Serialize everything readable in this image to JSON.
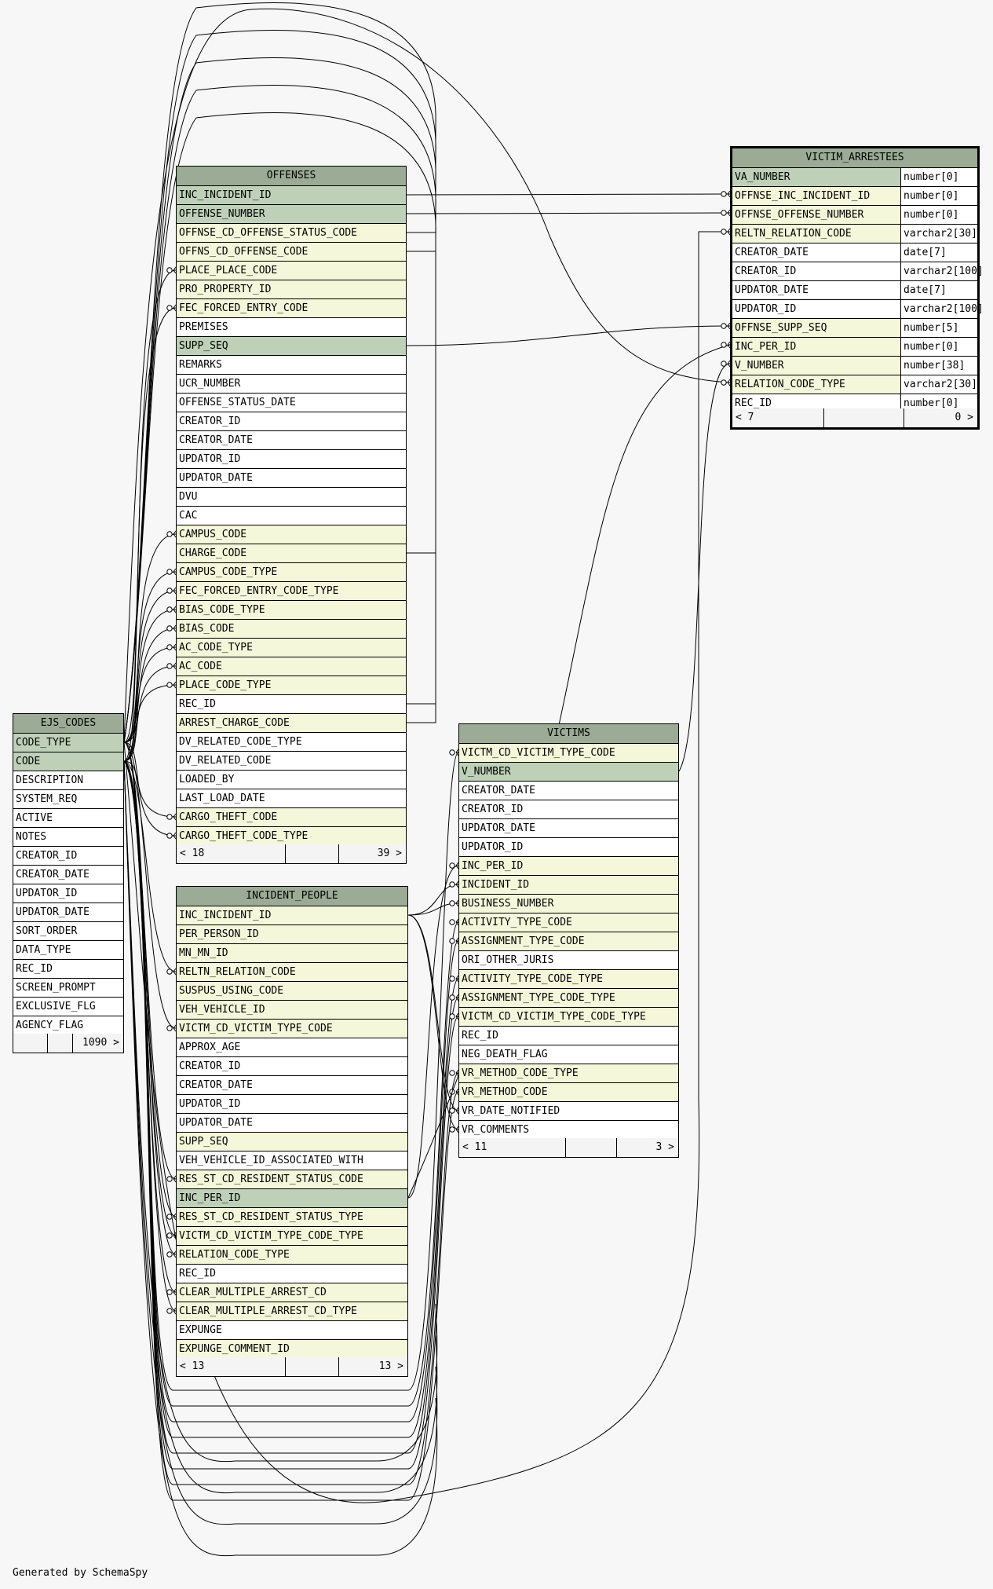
{
  "tables": [
    {
      "id": "offenses",
      "name": "OFFENSES",
      "columns": [
        {
          "name": "INC_INCIDENT_ID",
          "kind": "pk"
        },
        {
          "name": "OFFENSE_NUMBER",
          "kind": "pk"
        },
        {
          "name": "OFFNSE_CD_OFFENSE_STATUS_CODE",
          "kind": "fk"
        },
        {
          "name": "OFFNS_CD_OFFENSE_CODE",
          "kind": "fk"
        },
        {
          "name": "PLACE_PLACE_CODE",
          "kind": "fk"
        },
        {
          "name": "PRO_PROPERTY_ID",
          "kind": "fk"
        },
        {
          "name": "FEC_FORCED_ENTRY_CODE",
          "kind": "fk"
        },
        {
          "name": "PREMISES",
          "kind": "plain"
        },
        {
          "name": "SUPP_SEQ",
          "kind": "pk"
        },
        {
          "name": "REMARKS",
          "kind": "plain"
        },
        {
          "name": "UCR_NUMBER",
          "kind": "plain"
        },
        {
          "name": "OFFENSE_STATUS_DATE",
          "kind": "plain"
        },
        {
          "name": "CREATOR_ID",
          "kind": "plain"
        },
        {
          "name": "CREATOR_DATE",
          "kind": "plain"
        },
        {
          "name": "UPDATOR_ID",
          "kind": "plain"
        },
        {
          "name": "UPDATOR_DATE",
          "kind": "plain"
        },
        {
          "name": "DVU",
          "kind": "plain"
        },
        {
          "name": "CAC",
          "kind": "plain"
        },
        {
          "name": "CAMPUS_CODE",
          "kind": "fk"
        },
        {
          "name": "CHARGE_CODE",
          "kind": "fk"
        },
        {
          "name": "CAMPUS_CODE_TYPE",
          "kind": "fk"
        },
        {
          "name": "FEC_FORCED_ENTRY_CODE_TYPE",
          "kind": "fk"
        },
        {
          "name": "BIAS_CODE_TYPE",
          "kind": "fk"
        },
        {
          "name": "BIAS_CODE",
          "kind": "fk"
        },
        {
          "name": "AC_CODE_TYPE",
          "kind": "fk"
        },
        {
          "name": "AC_CODE",
          "kind": "fk"
        },
        {
          "name": "PLACE_CODE_TYPE",
          "kind": "fk"
        },
        {
          "name": "REC_ID",
          "kind": "plain"
        },
        {
          "name": "ARREST_CHARGE_CODE",
          "kind": "fk"
        },
        {
          "name": "DV_RELATED_CODE_TYPE",
          "kind": "plain"
        },
        {
          "name": "DV_RELATED_CODE",
          "kind": "plain"
        },
        {
          "name": "LOADED_BY",
          "kind": "plain"
        },
        {
          "name": "LAST_LOAD_DATE",
          "kind": "plain"
        },
        {
          "name": "CARGO_THEFT_CODE",
          "kind": "fk"
        },
        {
          "name": "CARGO_THEFT_CODE_TYPE",
          "kind": "fk"
        }
      ],
      "footer": {
        "left": "< 18",
        "right": "39 >"
      }
    },
    {
      "id": "incident_people",
      "name": "INCIDENT_PEOPLE",
      "columns": [
        {
          "name": "INC_INCIDENT_ID",
          "kind": "fk"
        },
        {
          "name": "PER_PERSON_ID",
          "kind": "fk"
        },
        {
          "name": "MN_MN_ID",
          "kind": "fk"
        },
        {
          "name": "RELTN_RELATION_CODE",
          "kind": "fk"
        },
        {
          "name": "SUSPUS_USING_CODE",
          "kind": "fk"
        },
        {
          "name": "VEH_VEHICLE_ID",
          "kind": "fk"
        },
        {
          "name": "VICTM_CD_VICTIM_TYPE_CODE",
          "kind": "fk"
        },
        {
          "name": "APPROX_AGE",
          "kind": "plain"
        },
        {
          "name": "CREATOR_ID",
          "kind": "plain"
        },
        {
          "name": "CREATOR_DATE",
          "kind": "plain"
        },
        {
          "name": "UPDATOR_ID",
          "kind": "plain"
        },
        {
          "name": "UPDATOR_DATE",
          "kind": "plain"
        },
        {
          "name": "SUPP_SEQ",
          "kind": "fk"
        },
        {
          "name": "VEH_VEHICLE_ID_ASSOCIATED_WITH",
          "kind": "plain"
        },
        {
          "name": "RES_ST_CD_RESIDENT_STATUS_CODE",
          "kind": "fk"
        },
        {
          "name": "INC_PER_ID",
          "kind": "pk"
        },
        {
          "name": "RES_ST_CD_RESIDENT_STATUS_TYPE",
          "kind": "fk"
        },
        {
          "name": "VICTM_CD_VICTIM_TYPE_CODE_TYPE",
          "kind": "fk"
        },
        {
          "name": "RELATION_CODE_TYPE",
          "kind": "fk"
        },
        {
          "name": "REC_ID",
          "kind": "plain"
        },
        {
          "name": "CLEAR_MULTIPLE_ARREST_CD",
          "kind": "fk"
        },
        {
          "name": "CLEAR_MULTIPLE_ARREST_CD_TYPE",
          "kind": "fk"
        },
        {
          "name": "EXPUNGE",
          "kind": "plain"
        },
        {
          "name": "EXPUNGE_COMMENT_ID",
          "kind": "fk"
        }
      ],
      "footer": {
        "left": "< 13",
        "right": "13 >"
      }
    },
    {
      "id": "ejs_codes",
      "name": "EJS_CODES",
      "columns": [
        {
          "name": "CODE_TYPE",
          "kind": "pk"
        },
        {
          "name": "CODE",
          "kind": "pk"
        },
        {
          "name": "DESCRIPTION",
          "kind": "plain"
        },
        {
          "name": "SYSTEM_REQ",
          "kind": "plain"
        },
        {
          "name": "ACTIVE",
          "kind": "plain"
        },
        {
          "name": "NOTES",
          "kind": "plain"
        },
        {
          "name": "CREATOR_ID",
          "kind": "plain"
        },
        {
          "name": "CREATOR_DATE",
          "kind": "plain"
        },
        {
          "name": "UPDATOR_ID",
          "kind": "plain"
        },
        {
          "name": "UPDATOR_DATE",
          "kind": "plain"
        },
        {
          "name": "SORT_ORDER",
          "kind": "plain"
        },
        {
          "name": "DATA_TYPE",
          "kind": "plain"
        },
        {
          "name": "REC_ID",
          "kind": "plain"
        },
        {
          "name": "SCREEN_PROMPT",
          "kind": "plain"
        },
        {
          "name": "EXCLUSIVE_FLG",
          "kind": "plain"
        },
        {
          "name": "AGENCY_FLAG",
          "kind": "plain"
        }
      ],
      "footer": {
        "left": "",
        "right": "1090 >"
      }
    },
    {
      "id": "victims",
      "name": "VICTIMS",
      "columns": [
        {
          "name": "VICTM_CD_VICTIM_TYPE_CODE",
          "kind": "fk"
        },
        {
          "name": "V_NUMBER",
          "kind": "pk"
        },
        {
          "name": "CREATOR_DATE",
          "kind": "plain"
        },
        {
          "name": "CREATOR_ID",
          "kind": "plain"
        },
        {
          "name": "UPDATOR_DATE",
          "kind": "plain"
        },
        {
          "name": "UPDATOR_ID",
          "kind": "plain"
        },
        {
          "name": "INC_PER_ID",
          "kind": "fk"
        },
        {
          "name": "INCIDENT_ID",
          "kind": "fk"
        },
        {
          "name": "BUSINESS_NUMBER",
          "kind": "fk"
        },
        {
          "name": "ACTIVITY_TYPE_CODE",
          "kind": "fk"
        },
        {
          "name": "ASSIGNMENT_TYPE_CODE",
          "kind": "fk"
        },
        {
          "name": "ORI_OTHER_JURIS",
          "kind": "plain"
        },
        {
          "name": "ACTIVITY_TYPE_CODE_TYPE",
          "kind": "fk"
        },
        {
          "name": "ASSIGNMENT_TYPE_CODE_TYPE",
          "kind": "fk"
        },
        {
          "name": "VICTM_CD_VICTIM_TYPE_CODE_TYPE",
          "kind": "fk"
        },
        {
          "name": "REC_ID",
          "kind": "plain"
        },
        {
          "name": "NEG_DEATH_FLAG",
          "kind": "plain"
        },
        {
          "name": "VR_METHOD_CODE_TYPE",
          "kind": "fk"
        },
        {
          "name": "VR_METHOD_CODE",
          "kind": "fk"
        },
        {
          "name": "VR_DATE_NOTIFIED",
          "kind": "plain"
        },
        {
          "name": "VR_COMMENTS",
          "kind": "plain"
        }
      ],
      "footer": {
        "left": "< 11",
        "right": "3 >"
      }
    },
    {
      "id": "victim_arrestees",
      "name": "VICTIM_ARRESTEES",
      "columns": [
        {
          "name": "VA_NUMBER",
          "type": "number[0]",
          "kind": "pk"
        },
        {
          "name": "OFFNSE_INC_INCIDENT_ID",
          "type": "number[0]",
          "kind": "fk"
        },
        {
          "name": "OFFNSE_OFFENSE_NUMBER",
          "type": "number[0]",
          "kind": "fk"
        },
        {
          "name": "RELTN_RELATION_CODE",
          "type": "varchar2[30]",
          "kind": "fk"
        },
        {
          "name": "CREATOR_DATE",
          "type": "date[7]",
          "kind": "plain"
        },
        {
          "name": "CREATOR_ID",
          "type": "varchar2[100]",
          "kind": "plain"
        },
        {
          "name": "UPDATOR_DATE",
          "type": "date[7]",
          "kind": "plain"
        },
        {
          "name": "UPDATOR_ID",
          "type": "varchar2[100]",
          "kind": "plain"
        },
        {
          "name": "OFFNSE_SUPP_SEQ",
          "type": "number[5]",
          "kind": "fk"
        },
        {
          "name": "INC_PER_ID",
          "type": "number[0]",
          "kind": "fk"
        },
        {
          "name": "V_NUMBER",
          "type": "number[38]",
          "kind": "fk"
        },
        {
          "name": "RELATION_CODE_TYPE",
          "type": "varchar2[30]",
          "kind": "fk"
        },
        {
          "name": "REC_ID",
          "type": "number[0]",
          "kind": "plain"
        }
      ],
      "footer": {
        "left": "< 7",
        "right": "0 >"
      }
    }
  ],
  "footer_note": "Generated by SchemaSpy"
}
